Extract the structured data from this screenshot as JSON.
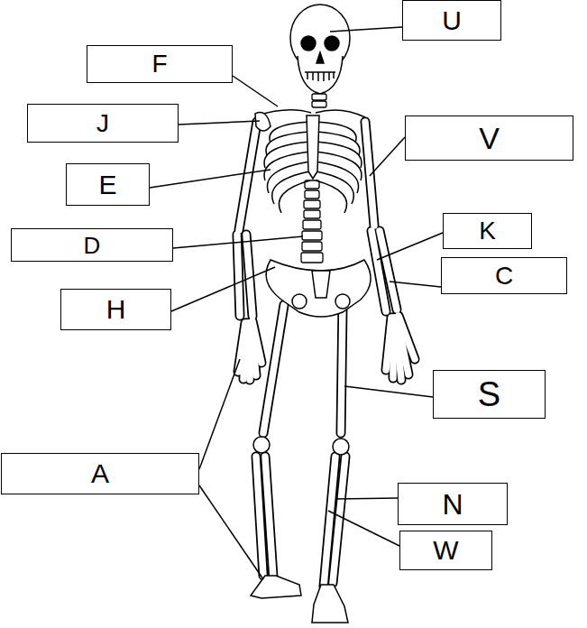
{
  "diagram": {
    "nodes": [
      {
        "text": [
          "U"
        ]
      },
      {
        "text": [
          "F"
        ]
      },
      {
        "text": [
          "J"
        ]
      },
      {
        "text": [
          "V"
        ]
      },
      {
        "text": [
          "E"
        ]
      },
      {
        "text": [
          "K"
        ]
      },
      {
        "text": [
          "D"
        ]
      },
      {
        "text": [
          "C"
        ]
      },
      {
        "text": [
          "H"
        ]
      },
      {
        "text": [
          "S"
        ]
      },
      {
        "text": [
          "A"
        ]
      },
      {
        "text": [
          "N"
        ]
      },
      {
        "text": [
          "W"
        ]
      }
    ]
  }
}
